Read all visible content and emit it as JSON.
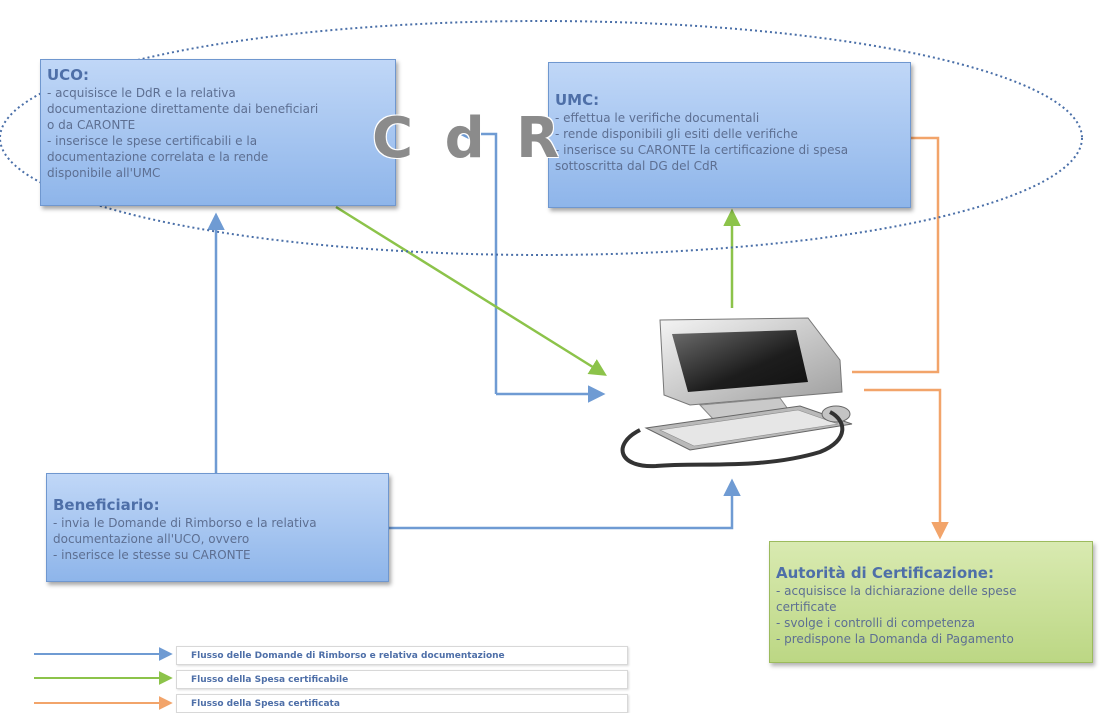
{
  "watermark": "C d R",
  "uco": {
    "title": "UCO:",
    "lines": [
      "- acquisisce le DdR e la relativa",
      "documentazione direttamente dai beneficiari",
      "o da CARONTE",
      "- inserisce le spese certificabili e la",
      "documentazione correlata e la rende",
      "disponibile all'UMC"
    ]
  },
  "umc": {
    "title": "UMC:",
    "lines": [
      "- effettua le verifiche documentali",
      "- rende disponibili  gli esiti delle verifiche",
      "- inserisce su CARONTE la certificazione di spesa",
      "sottoscritta dal DG del CdR"
    ]
  },
  "beneficiario": {
    "title": "Beneficiario:",
    "lines": [
      "- invia le Domande di Rimborso e la relativa",
      "documentazione all'UCO, ovvero",
      "- inserisce le stesse su CARONTE"
    ]
  },
  "autorita": {
    "title": "Autorità di Certificazione:",
    "lines": [
      "- acquisisce la dichiarazione delle spese",
      "certificate",
      "- svolge i controlli di competenza",
      "- predispone la Domanda di Pagamento"
    ]
  },
  "legend": [
    {
      "label": "Flusso  delle Domande di Rimborso e relativa documentazione",
      "color": "#6f9bd3"
    },
    {
      "label": "Flusso  della Spesa certificabile",
      "color": "#8cc34a"
    },
    {
      "label": "Flusso  della Spesa certificata",
      "color": "#f2a46a"
    }
  ],
  "colors": {
    "blue_flow": "#6f9bd3",
    "green_flow": "#8cc34a",
    "orange_flow": "#f2a46a",
    "ellipse": "#4a6fa8"
  },
  "icons": {
    "computer": "computer-icon"
  }
}
